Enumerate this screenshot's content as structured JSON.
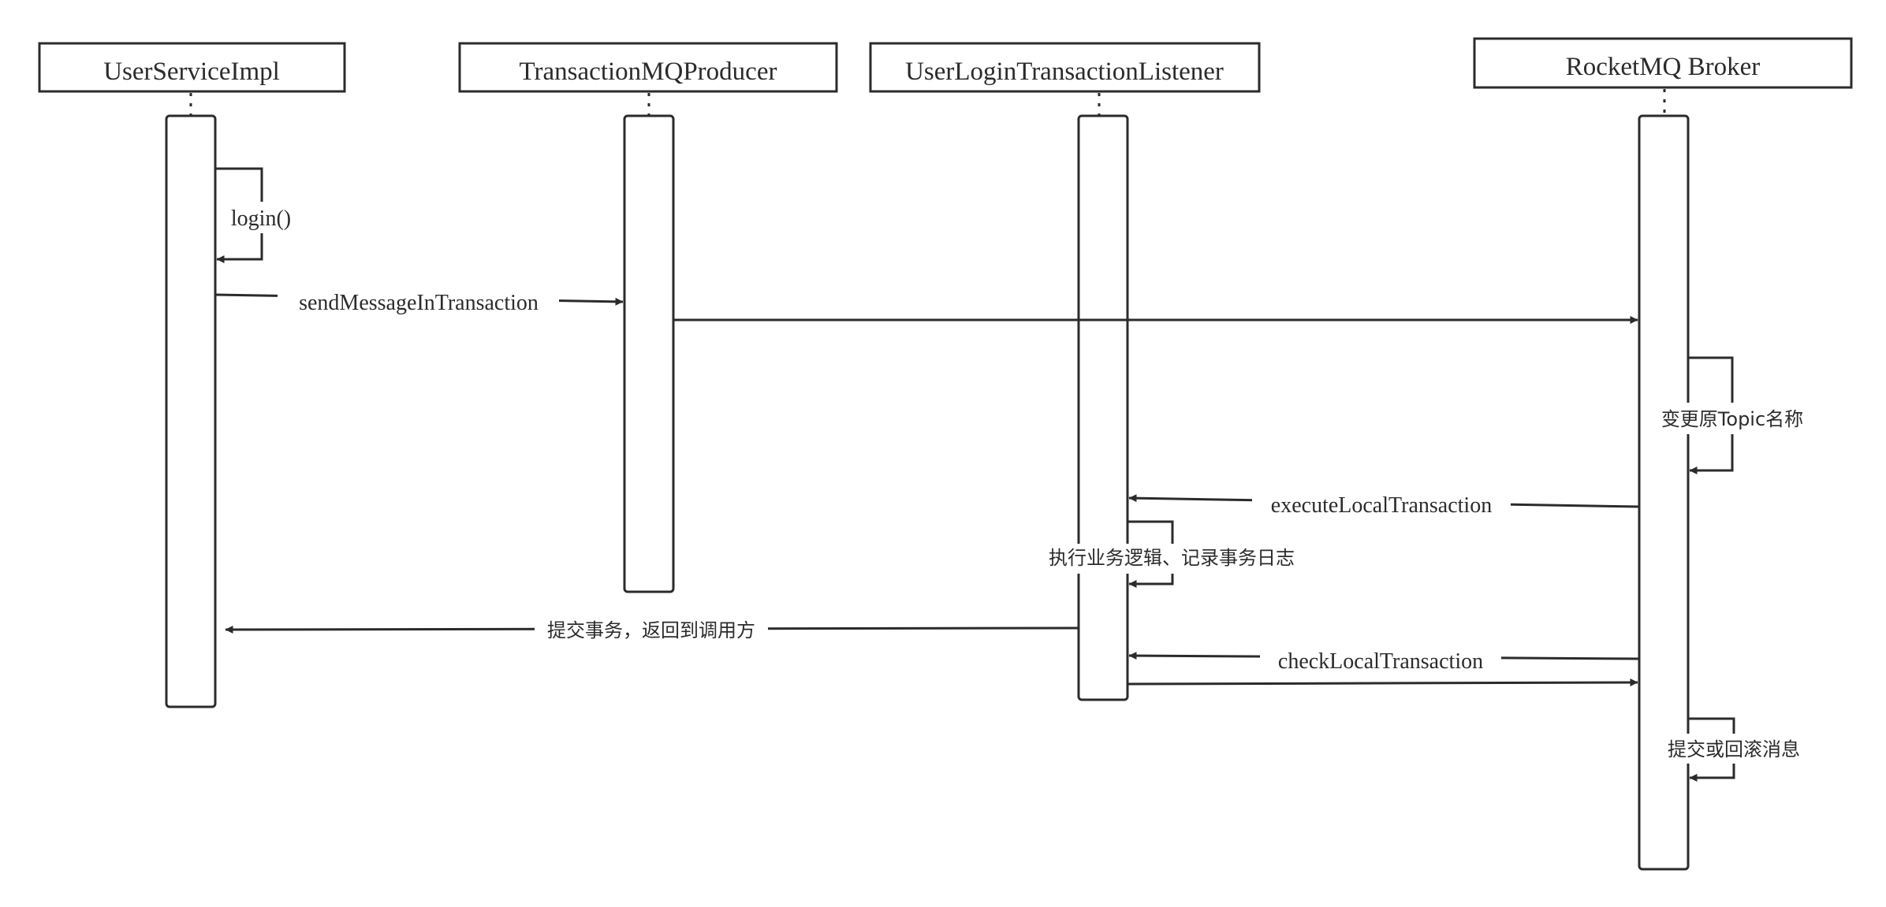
{
  "participants": [
    {
      "id": "user-service-impl",
      "label": "UserServiceImpl"
    },
    {
      "id": "transaction-mq-producer",
      "label": "TransactionMQProducer"
    },
    {
      "id": "user-login-transaction-listener",
      "label": "UserLoginTransactionListener"
    },
    {
      "id": "rocketmq-broker",
      "label": "RocketMQ Broker"
    }
  ],
  "messages": {
    "login": "login()",
    "send_message_in_transaction": "sendMessageInTransaction",
    "producer_to_broker": "",
    "change_topic_name": "变更原Topic名称",
    "execute_local_transaction": "executeLocalTransaction",
    "execute_business_logic": "执行业务逻辑、记录事务日志",
    "commit_and_return": "提交事务，返回到调用方",
    "check_local_transaction": "checkLocalTransaction",
    "listener_reply_to_broker": "",
    "commit_or_rollback": "提交或回滚消息"
  },
  "colors": {
    "stroke": "#2b2b2b",
    "background": "#ffffff"
  }
}
